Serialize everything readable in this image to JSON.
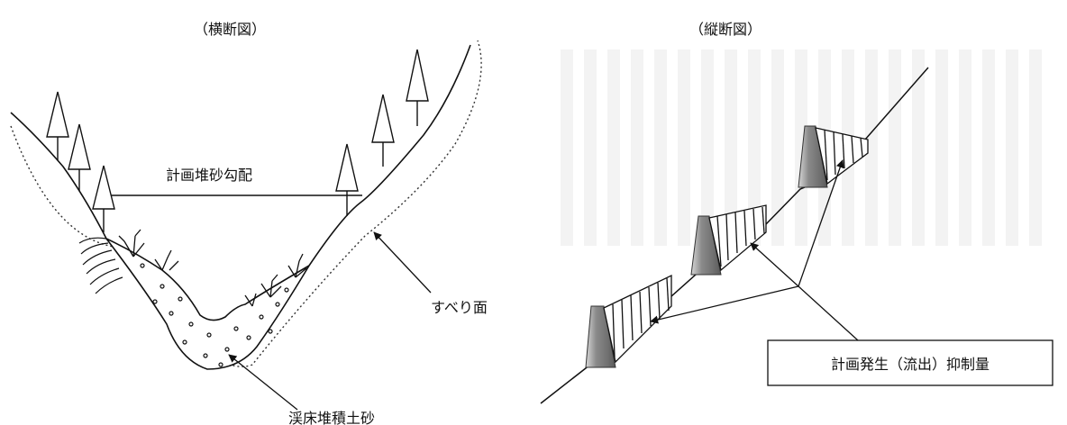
{
  "left_panel": {
    "title": "（横断図）",
    "labels": {
      "planned_slope": "計画堆砂勾配",
      "slip_surface": "すべり面",
      "bed_sediment": "渓床堆積土砂"
    }
  },
  "right_panel": {
    "title": "（縦断図）",
    "labels": {
      "control_volume": "計画発生（流出）抑制量"
    }
  }
}
